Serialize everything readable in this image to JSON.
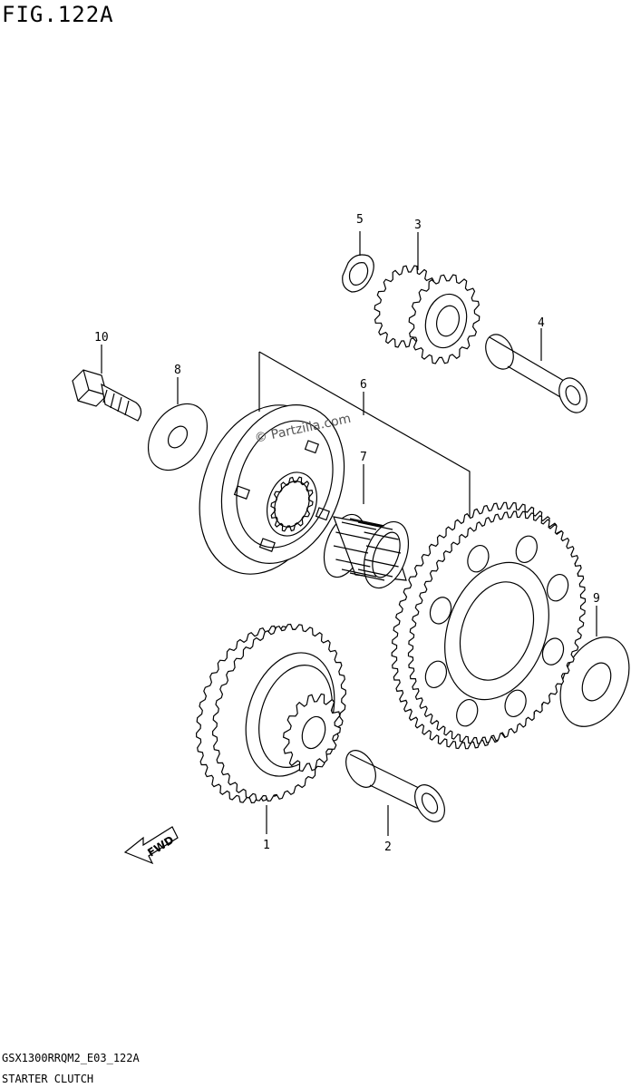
{
  "figure": {
    "title": "FIG.122A",
    "code": "GSX1300RRQM2_E03_122A",
    "name": "STARTER CLUTCH"
  },
  "watermark": "© Partzilla.com",
  "fwd_label": "FWD",
  "callouts": [
    {
      "id": "1",
      "label": "1"
    },
    {
      "id": "2",
      "label": "2"
    },
    {
      "id": "3",
      "label": "3"
    },
    {
      "id": "4",
      "label": "4"
    },
    {
      "id": "5",
      "label": "5"
    },
    {
      "id": "6",
      "label": "6"
    },
    {
      "id": "7",
      "label": "7"
    },
    {
      "id": "8",
      "label": "8"
    },
    {
      "id": "9",
      "label": "9"
    },
    {
      "id": "10",
      "label": "10"
    }
  ]
}
